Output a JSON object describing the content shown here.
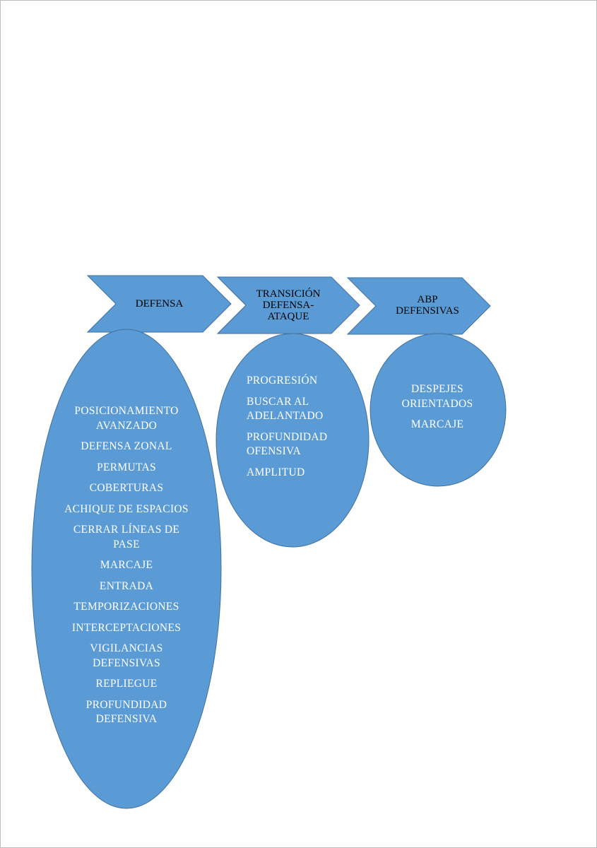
{
  "colors": {
    "shape_fill": "#5b9bd5",
    "shape_stroke": "#41719c",
    "chevron_text": "#000000",
    "oval_text": "#ffffff"
  },
  "stages": [
    {
      "label": "DEFENSA",
      "items": [
        "POSICIONAMIENTO AVANZADO",
        "DEFENSA ZONAL",
        "PERMUTAS",
        "COBERTURAS",
        "ACHIQUE DE ESPACIOS",
        "CERRAR LÍNEAS DE PASE",
        "MARCAJE",
        "ENTRADA",
        "TEMPORIZACIONES",
        "INTERCEPTACIONES",
        "VIGILANCIAS DEFENSIVAS",
        "REPLIEGUE",
        "PROFUNDIDAD DEFENSIVA"
      ]
    },
    {
      "label": "TRANSICIÓN DEFENSA-ATAQUE",
      "items": [
        "PROGRESIÓN",
        "BUSCAR AL ADELANTADO",
        "PROFUNDIDAD OFENSIVA",
        "AMPLITUD"
      ]
    },
    {
      "label": "ABP DEFENSIVAS",
      "items": [
        "DESPEJES ORIENTADOS",
        "MARCAJE"
      ]
    }
  ]
}
